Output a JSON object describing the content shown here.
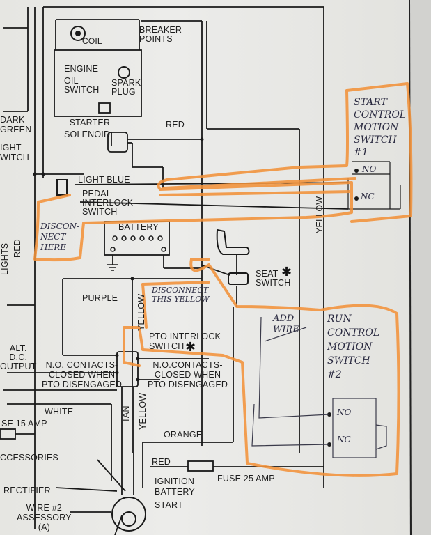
{
  "labels": {
    "coil": "COIL",
    "breaker_points": "BREAKER\nPOINTS",
    "engine": "ENGINE",
    "oil_switch": "OIL\nSWITCH",
    "spark_plug": "SPARK\nPLUG",
    "dark_green": "DARK\nGREEN",
    "light_switch": "IGHT\nWITCH",
    "starter_solenoid": "STARTER\nSOLENOID",
    "red_top": "RED",
    "light_blue": "LIGHT BLUE",
    "pedal_interlock": "PEDAL\nINTERLOCK\nSWITCH",
    "battery": "BATTERY",
    "red_left": "RED",
    "lights": "LIGHTS",
    "purple": "PURPLE",
    "seat_switch": "SEAT\nSWITCH",
    "yellow_right": "YELLOW",
    "yellow_mid": "YELLOW",
    "pto_interlock": "PTO INTERLOCK\nSWITCH",
    "no_contacts_left": "N.O. CONTACTS-\nCLOSED WHEN\nPTO DISENGAGED",
    "no_contacts_right": "N.O.CONTACTS-\nCLOSED WHEN\nPTO DISENGAGED",
    "alt_dc_output": "ALT.\nD.C.\nOUTPUT",
    "white": "WHITE",
    "tan": "TAN",
    "yellow_low": "YELLOW",
    "orange": "ORANGE",
    "fuse_15": "SE 15 AMP",
    "accessories": "CCESSORIES",
    "red_bottom": "RED",
    "fuse_25": "FUSE 25 AMP",
    "rectifier": "RECTIFIER",
    "ignition": "IGNITION",
    "battery_term": "BATTERY",
    "start": "START",
    "wire2": "WIRE #2\nASSESSORY\n(A)"
  },
  "handwritten": {
    "start_control": "START\nCONTROL\nMOTION\nSWITCH\n#1",
    "no1": "NO",
    "nc1": "NC",
    "disconnect_here": "DISCON-\nNECT\nHERE",
    "disconnect_yellow": "DISCONNECT\nTHIS YELLOW",
    "add_wire": "ADD\nWIRE",
    "run_control": "RUN\nCONTROL\nMOTION\nSWITCH\n#2",
    "no2": "NO",
    "nc2": "NC"
  },
  "colors": {
    "highlight": "#f2923a",
    "ink": "#1a1a1a",
    "pencil": "#3a3a4a",
    "paper": "#e8e8e4"
  }
}
